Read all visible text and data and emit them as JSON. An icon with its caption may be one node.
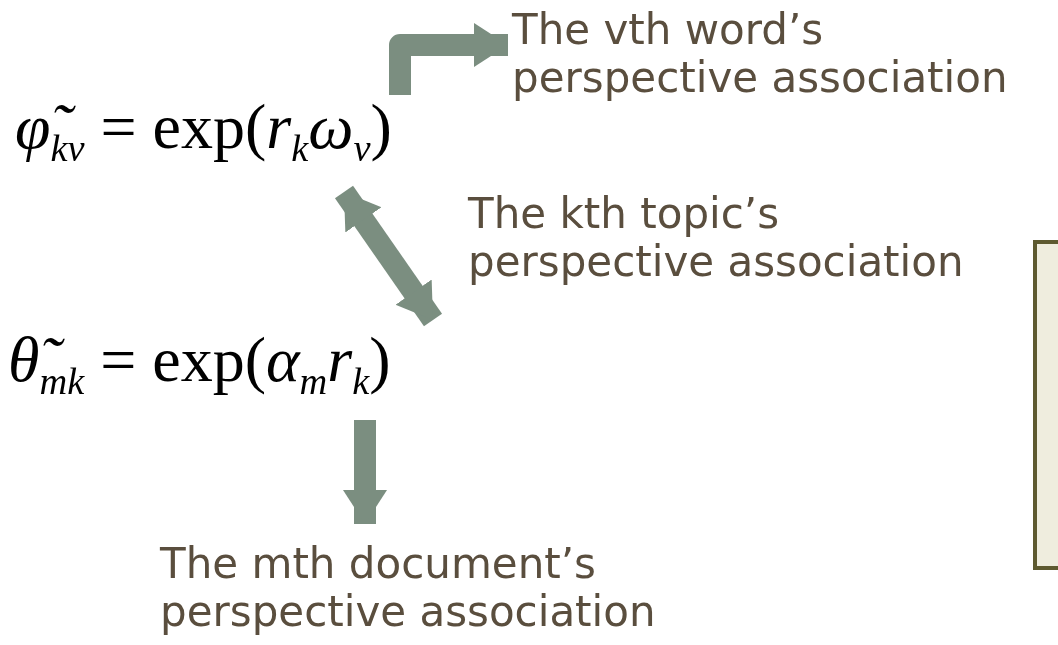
{
  "diagram": {
    "nodes": [
      {
        "text": [
          "*φ̃*$_{kv}$ = exp(*r*$_{k}$*ω*$_{v}$)"
        ]
      },
      {
        "text": [
          "*θ̃*$_{mk}$ = exp(*α*$_{m}$*r*$_{k}$)"
        ]
      },
      {
        "text": [
          "The vth word’s perspective association"
        ]
      },
      {
        "text": [
          "The mth document’s perspective association"
        ]
      }
    ],
    "edges": [
      {
        "from": 0,
        "to": 2,
        "arrow": "to"
      },
      {
        "from": 0,
        "to": 1,
        "arrow": "both",
        "label": "The kth topic’s perspective association"
      },
      {
        "from": 1,
        "to": 3,
        "arrow": "to"
      }
    ]
  }
}
